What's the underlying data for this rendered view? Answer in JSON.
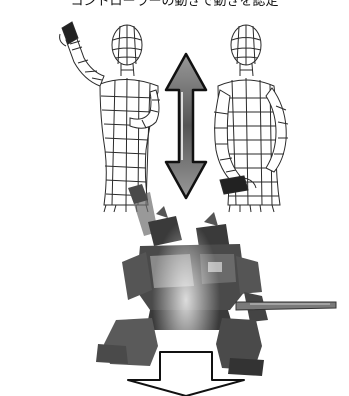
{
  "caption": "コントローラーの動きで動きを認定",
  "illustration": {
    "left_figure": "wireframe-mannequin-arm-raised",
    "right_figure": "wireframe-mannequin-arm-lowered",
    "center_arrow": "double-vertical-arrow",
    "robot": "humanoid-robot-with-sword",
    "bottom_arrow": "down-arrow-outline"
  },
  "colors": {
    "wire": "#2a2a2a",
    "arrow_fill": "#777777",
    "robot_dark": "#3a3a3a",
    "robot_mid": "#8a8a8a"
  }
}
